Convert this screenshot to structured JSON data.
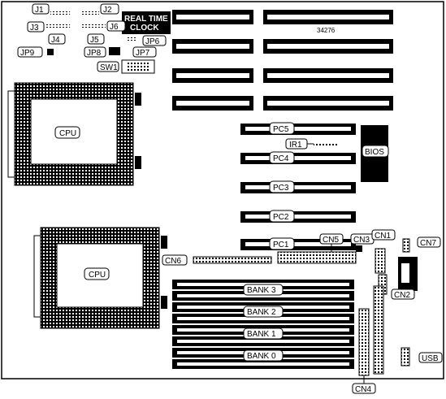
{
  "board_id": "34276",
  "rtc_label_line1": "REAL TIME",
  "rtc_label_line2": "CLOCK",
  "jumpers": {
    "j1": "J1",
    "j2": "J2",
    "j3": "J3",
    "j4": "J4",
    "j5": "J5",
    "j6": "J6",
    "jp6": "JP6",
    "jp7": "JP7",
    "jp8": "JP8",
    "jp9": "JP9",
    "sw1": "SW1"
  },
  "cpu_labels": [
    "CPU",
    "CPU"
  ],
  "pc_slots": [
    "PC5",
    "PC4",
    "PC3",
    "PC2",
    "PC1"
  ],
  "bios_label": "BIOS",
  "ir1_label": "IR1",
  "connectors": {
    "cn1": "CN1",
    "cn2": "CN2",
    "cn3": "CN3",
    "cn4": "CN4",
    "cn5": "CN5",
    "cn6": "CN6",
    "cn7": "CN7",
    "usb": "USB"
  },
  "banks": [
    "BANK 3",
    "BANK 2",
    "BANK 1",
    "BANK 0"
  ]
}
